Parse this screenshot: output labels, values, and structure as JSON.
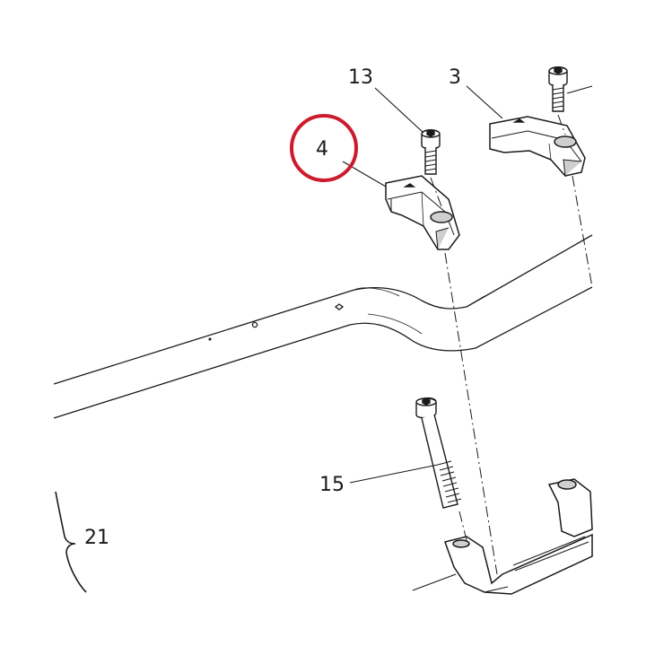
{
  "callouts": {
    "part_13": "13",
    "part_3": "3",
    "part_4": "4",
    "part_15": "15",
    "part_21": "21"
  },
  "highlight": {
    "target": "4",
    "color": "#cc1b2e"
  },
  "colors": {
    "line": "#1a1a1a",
    "part_fill": "#ffffff",
    "part_shade": "#cfcfcf"
  }
}
